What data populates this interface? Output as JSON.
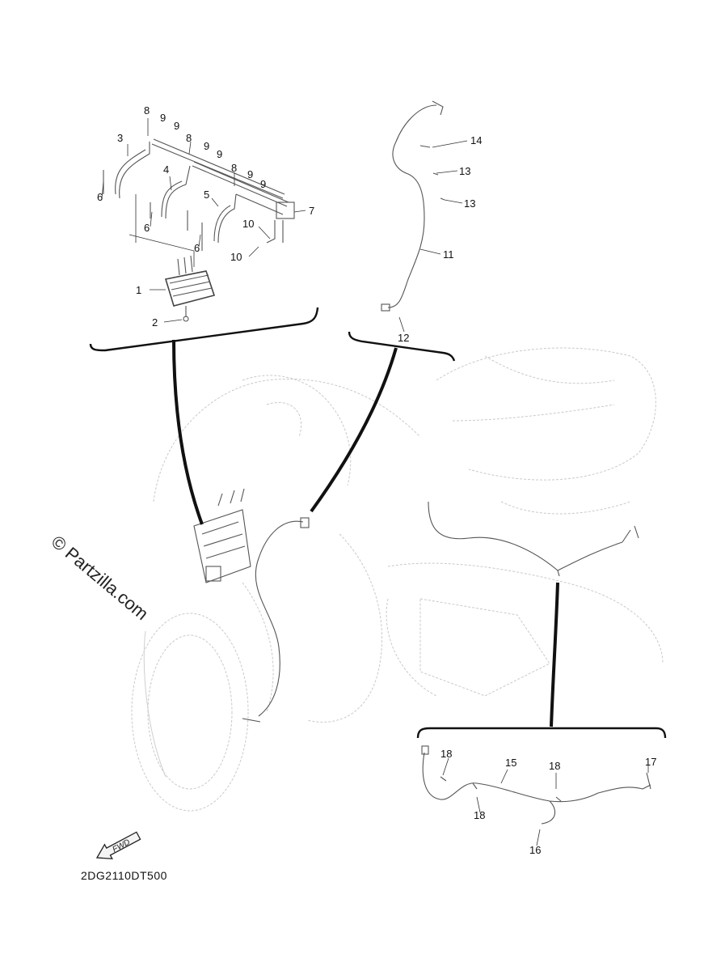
{
  "watermark": "© Partzilla.com",
  "diagram_code": "2DG2110DT500",
  "fwd_label": "FWD",
  "callouts": {
    "c1": "1",
    "c2": "2",
    "c3": "3",
    "c4": "4",
    "c5": "5",
    "c6a": "6",
    "c6b": "6",
    "c6c": "6",
    "c7": "7",
    "c8a": "8",
    "c8b": "8",
    "c8c": "8",
    "c9a": "9",
    "c9b": "9",
    "c9c": "9",
    "c9d": "9",
    "c9e": "9",
    "c9f": "9",
    "c10a": "10",
    "c10b": "10",
    "c11": "11",
    "c12": "12",
    "c13a": "13",
    "c13b": "13",
    "c14": "14",
    "c15": "15",
    "c16": "16",
    "c17": "17",
    "c18a": "18",
    "c18b": "18",
    "c18c": "18"
  }
}
